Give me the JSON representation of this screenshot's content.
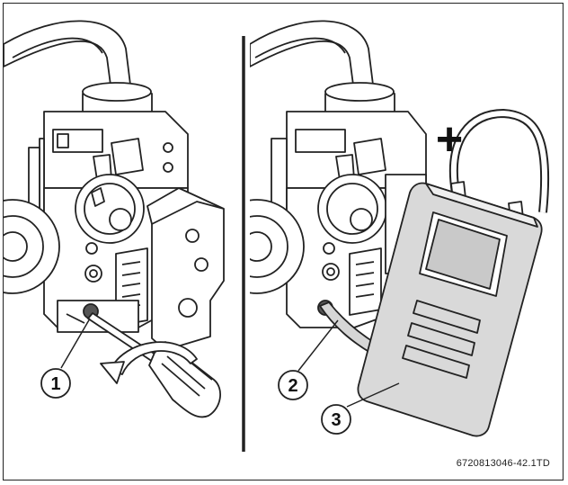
{
  "figure": {
    "callouts": [
      "1",
      "2",
      "3"
    ],
    "sign": "+",
    "code": "6720813046-42.1TD"
  },
  "colors": {
    "stroke": "#222222",
    "housing_fill": "#ffffff",
    "shade_fill": "#dcdcdc",
    "meter_fill": "#d9d9d9",
    "screen_fill": "#c9c9c9"
  }
}
